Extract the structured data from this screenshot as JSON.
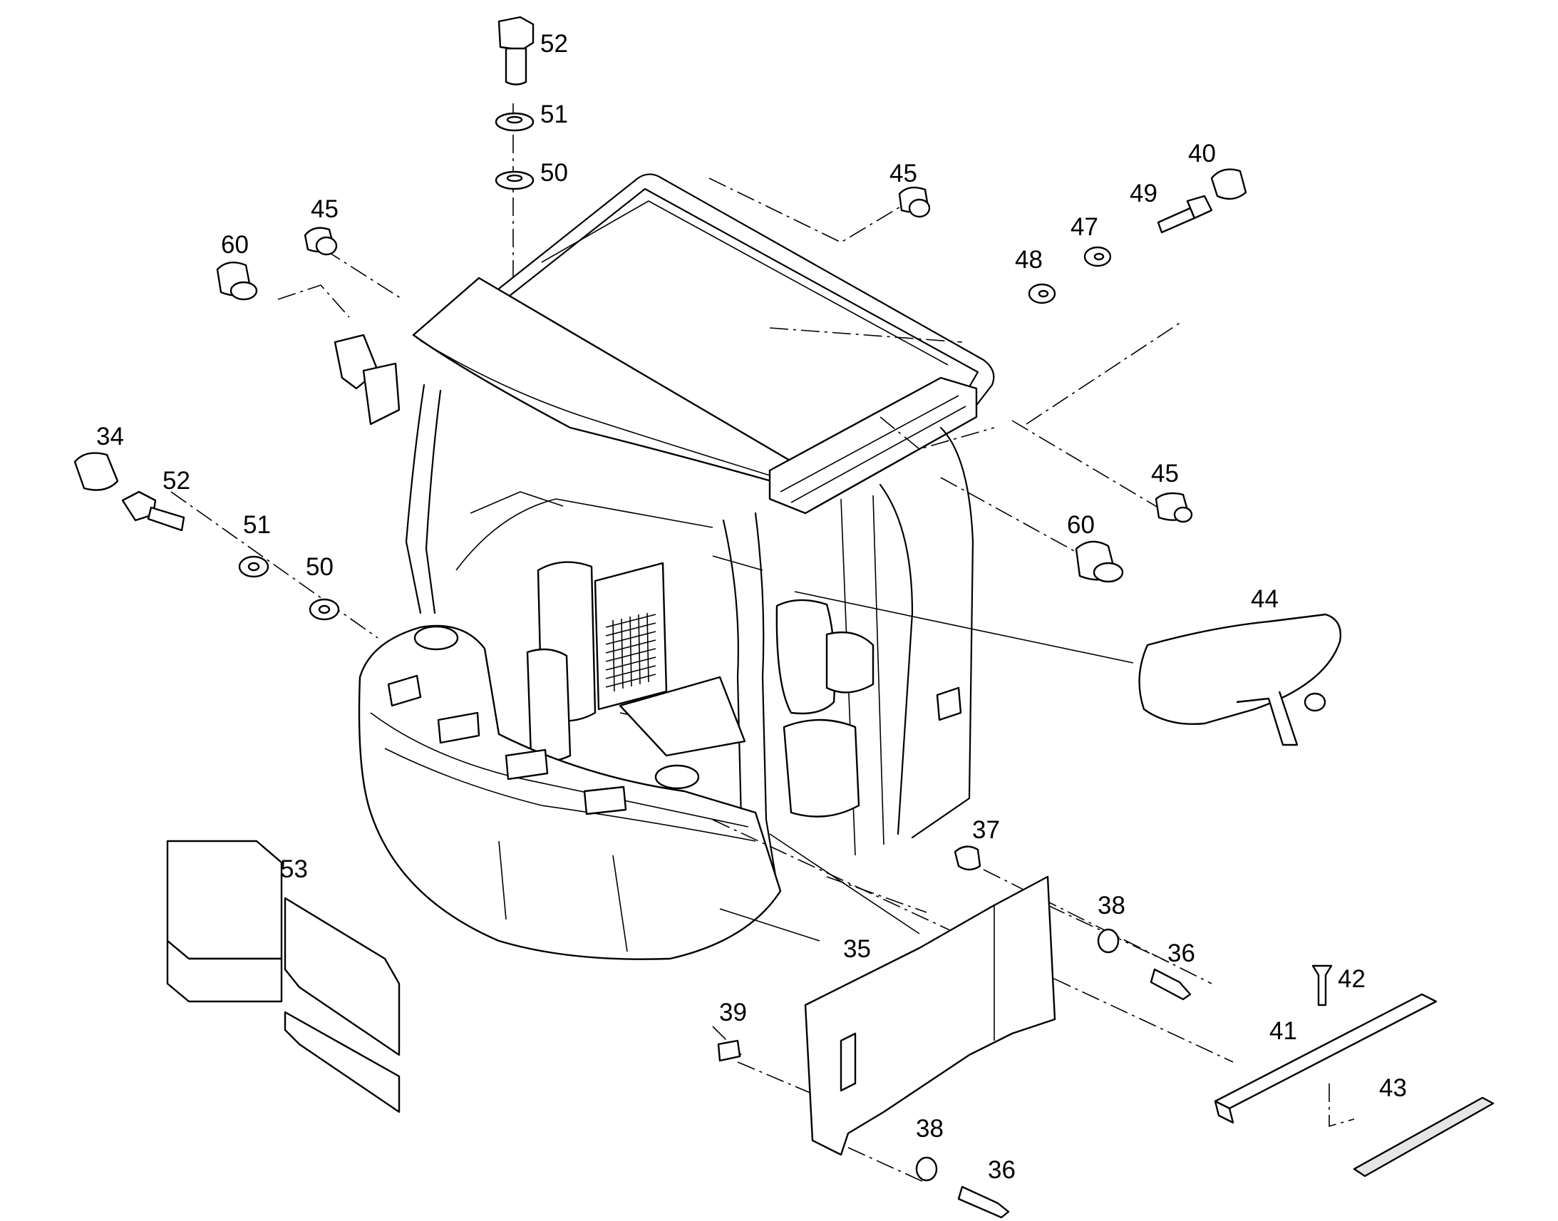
{
  "callouts": [
    {
      "id": "c1",
      "label": "52"
    },
    {
      "id": "c2",
      "label": "51"
    },
    {
      "id": "c3",
      "label": "50"
    },
    {
      "id": "c4",
      "label": "45"
    },
    {
      "id": "c5",
      "label": "60"
    },
    {
      "id": "c6",
      "label": "45"
    },
    {
      "id": "c7",
      "label": "40"
    },
    {
      "id": "c8",
      "label": "49"
    },
    {
      "id": "c9",
      "label": "47"
    },
    {
      "id": "c10",
      "label": "48"
    },
    {
      "id": "c11",
      "label": "34"
    },
    {
      "id": "c12",
      "label": "52"
    },
    {
      "id": "c13",
      "label": "51"
    },
    {
      "id": "c14",
      "label": "50"
    },
    {
      "id": "c15",
      "label": "45"
    },
    {
      "id": "c16",
      "label": "60"
    },
    {
      "id": "c17",
      "label": "44"
    },
    {
      "id": "c18",
      "label": "53"
    },
    {
      "id": "c19",
      "label": "37"
    },
    {
      "id": "c20",
      "label": "38"
    },
    {
      "id": "c21",
      "label": "35"
    },
    {
      "id": "c22",
      "label": "36"
    },
    {
      "id": "c23",
      "label": "42"
    },
    {
      "id": "c24",
      "label": "41"
    },
    {
      "id": "c25",
      "label": "39"
    },
    {
      "id": "c26",
      "label": "38"
    },
    {
      "id": "c27",
      "label": "43"
    },
    {
      "id": "c28",
      "label": "36"
    }
  ]
}
